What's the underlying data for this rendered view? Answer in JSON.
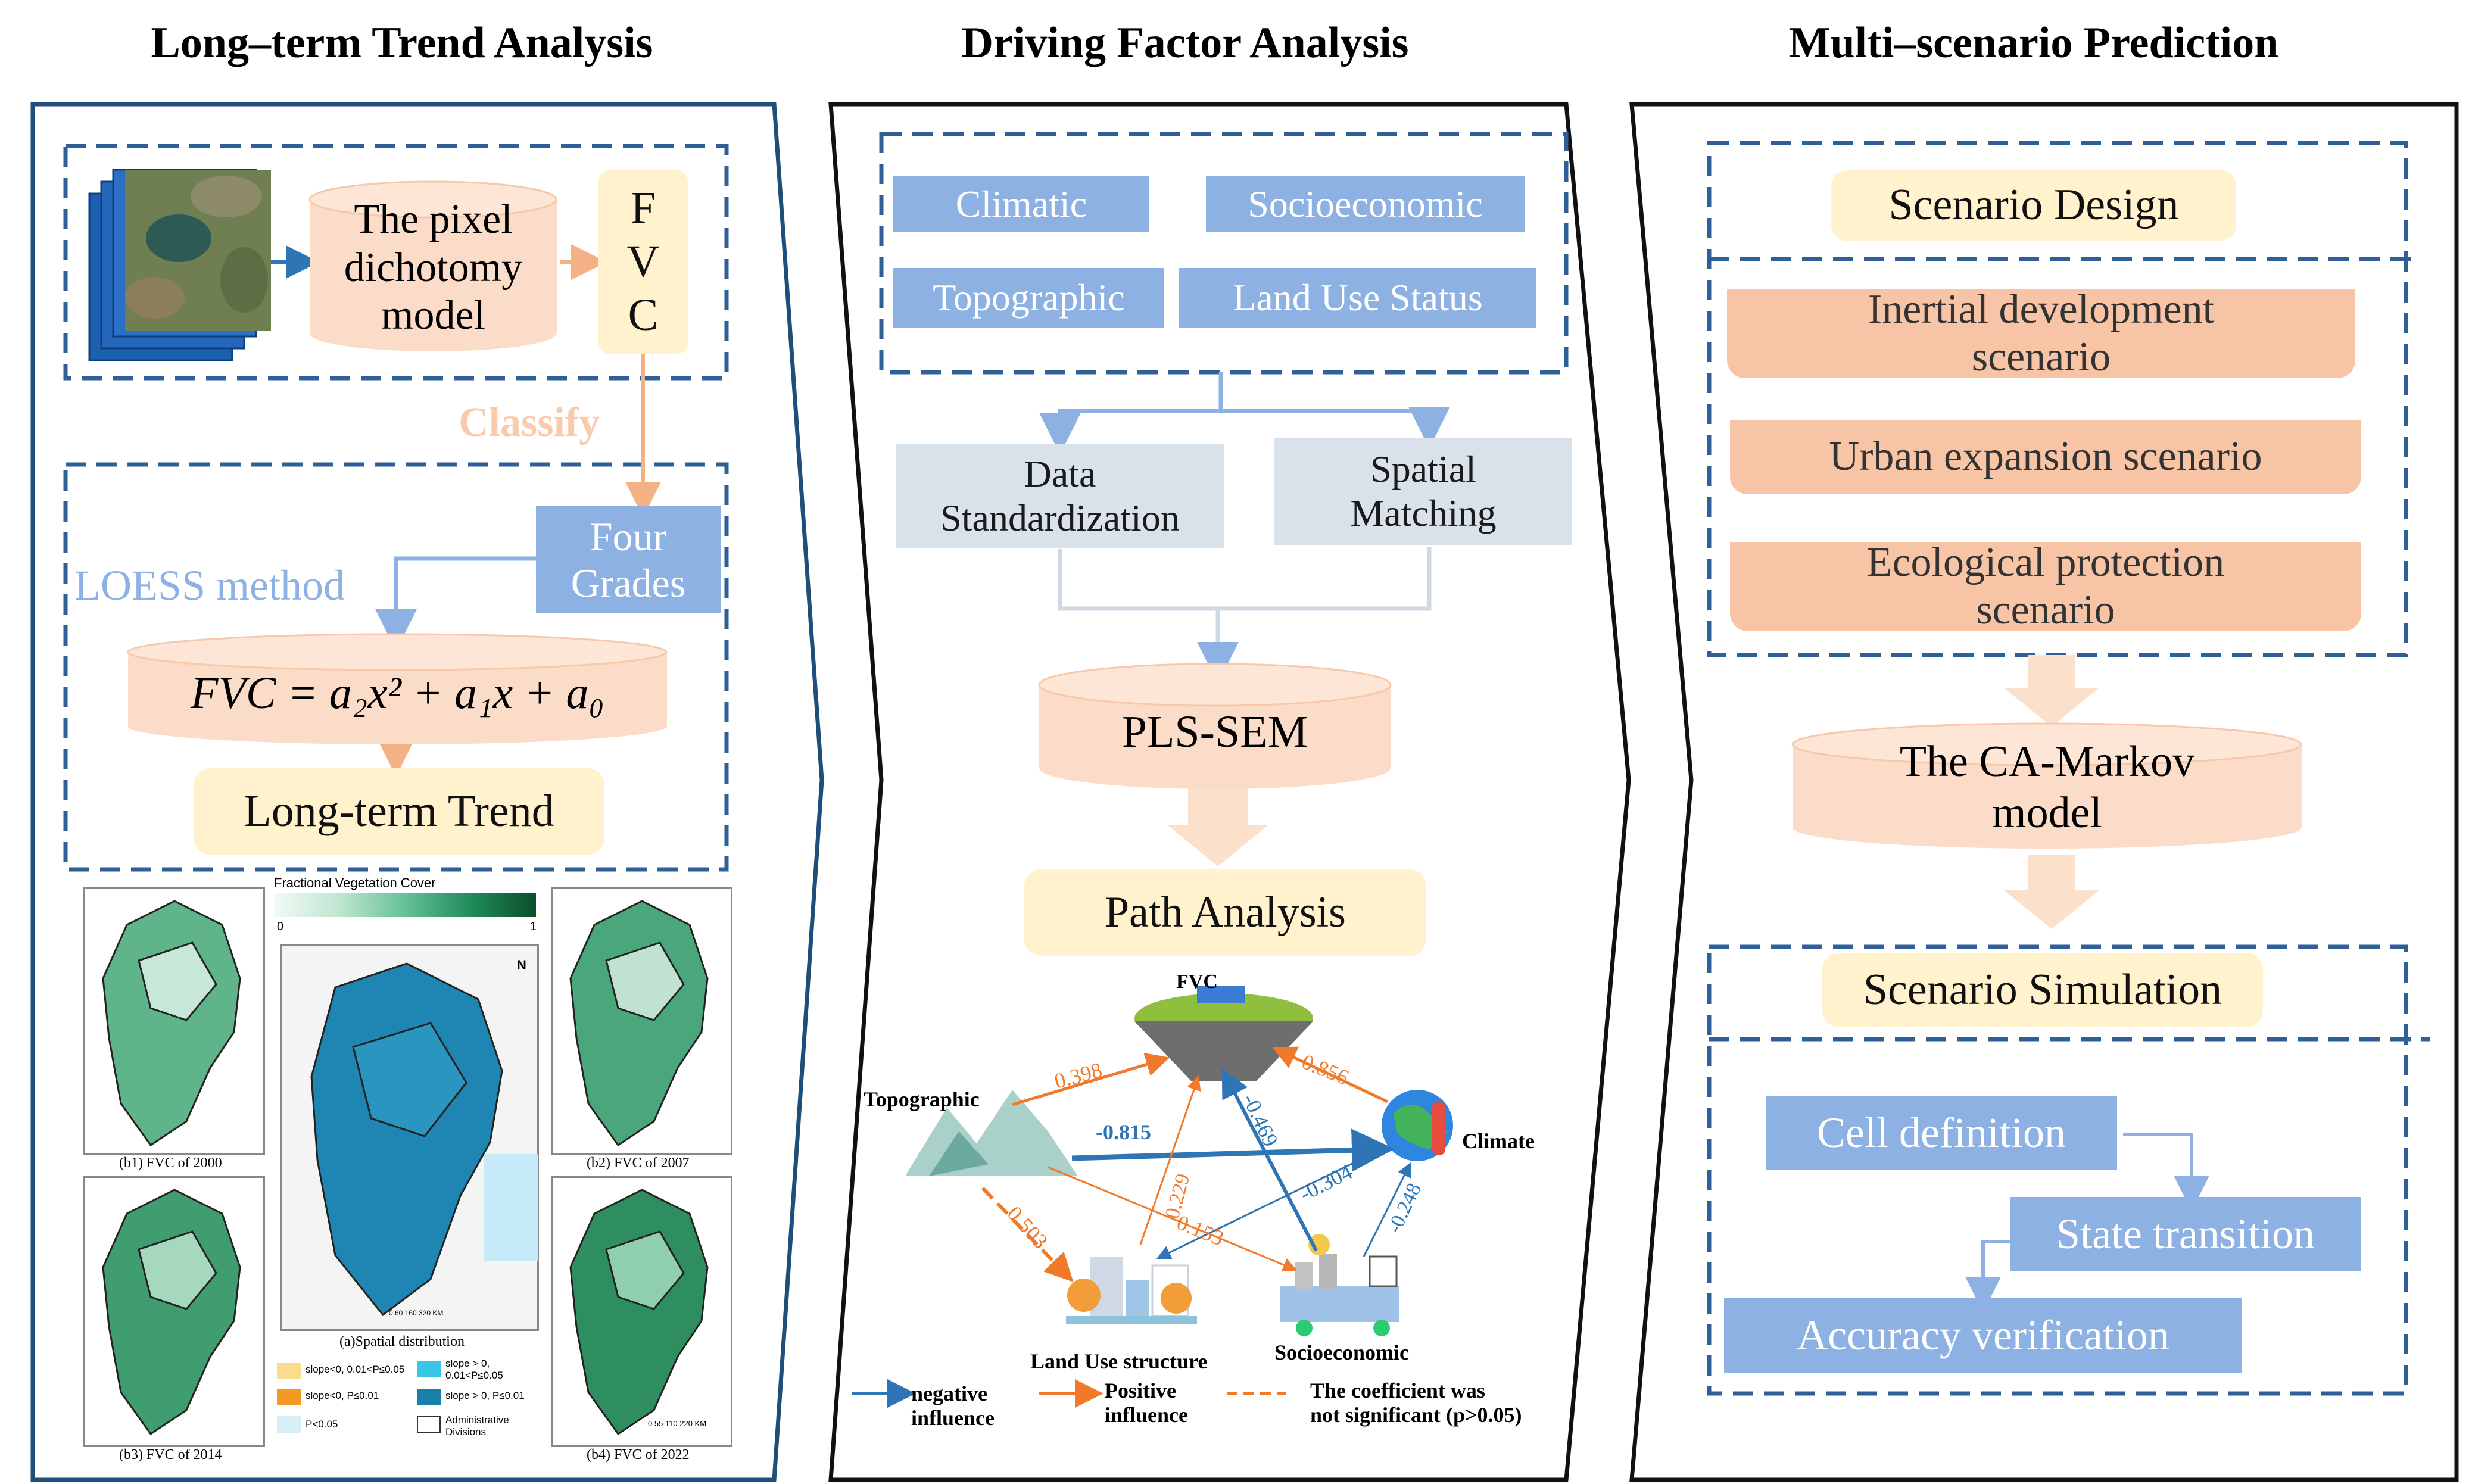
{
  "titles": {
    "left": "Long–term Trend Analysis",
    "middle": "Driving Factor Analysis",
    "right": "Multi–scenario Prediction"
  },
  "left": {
    "dichotomy_model": "The pixel\ndichotomy\nmodel",
    "fvc_letters": [
      "F",
      "V",
      "C"
    ],
    "classify": "Classify",
    "loess": "LOESS method",
    "four_grades": "Four\nGrades",
    "formula": "FVC = a₂x² + a₁x + a₀",
    "long_term_trend": "Long-term Trend",
    "maps": {
      "colorbar_title": "Fractional Vegetation Cover",
      "colorbar_min": "0",
      "colorbar_max": "1",
      "north": "N",
      "b1": "(b1) FVC of 2000",
      "b2": "(b2) FVC of 2007",
      "b3": "(b3) FVC of 2014",
      "b4": "(b4) FVC of 2022",
      "a": "(a)Spatial distribution",
      "scale_center": "0    60   160         320 KM",
      "scale_small": "0  55 110     220 KM",
      "legend": [
        {
          "label": "slope<0, 0.01<P≤0.05",
          "color": "#f9dc8c"
        },
        {
          "label": "slope > 0,\n0.01<P≤0.05",
          "color": "#36c6e6"
        },
        {
          "label": "slope<0, P≤0.01",
          "color": "#f39a24"
        },
        {
          "label": "slope > 0, P≤0.01",
          "color": "#1a7fa8"
        },
        {
          "label": "P<0.05",
          "color": "#d8eef6"
        },
        {
          "label": "Administrative\nDivisions",
          "color": "#ffffff"
        }
      ]
    }
  },
  "middle": {
    "factors": [
      "Climatic",
      "Socioeconomic",
      "Topographic",
      "Land Use Status"
    ],
    "data_std": "Data\nStandardization",
    "spatial_match": "Spatial\nMatching",
    "pls_sem": "PLS-SEM",
    "path_analysis": "Path Analysis",
    "nodes": {
      "fvc": "FVC",
      "topographic": "Topographic",
      "climate": "Climate",
      "land_use": "Land Use structure",
      "socio": "Socioeconomic"
    },
    "coefficients": {
      "topo_fvc": "0.398",
      "climate_fvc": "0.856",
      "topo_climate": "-0.815",
      "socio_fvc": "-0.469",
      "land_fvc": "0.229",
      "climate_land": "-0.304",
      "socio_climate": "-0.248",
      "topo_socio": "0.153",
      "topo_land": "0.503"
    },
    "legend": {
      "negative": "negative\ninfluence",
      "positive": "Positive\ninfluence",
      "not_sig": "The coefficient was\nnot significant (p>0.05)"
    }
  },
  "right": {
    "scenario_design": "Scenario Design",
    "scenarios": [
      "Inertial development\nscenario",
      "Urban expansion scenario",
      "Ecological protection\nscenario"
    ],
    "ca_markov": "The CA-Markov\nmodel",
    "scenario_simulation": "Scenario Simulation",
    "steps": [
      "Cell definition",
      "State transition",
      "Accuracy verification"
    ]
  },
  "colors": {
    "dark_blue": "#1f4e79",
    "dash_blue": "#2e5f96",
    "light_blue": "#8db1e2",
    "peach": "#f8cbad",
    "orange_line": "#f07a2a",
    "blue_line": "#2e75b6"
  }
}
